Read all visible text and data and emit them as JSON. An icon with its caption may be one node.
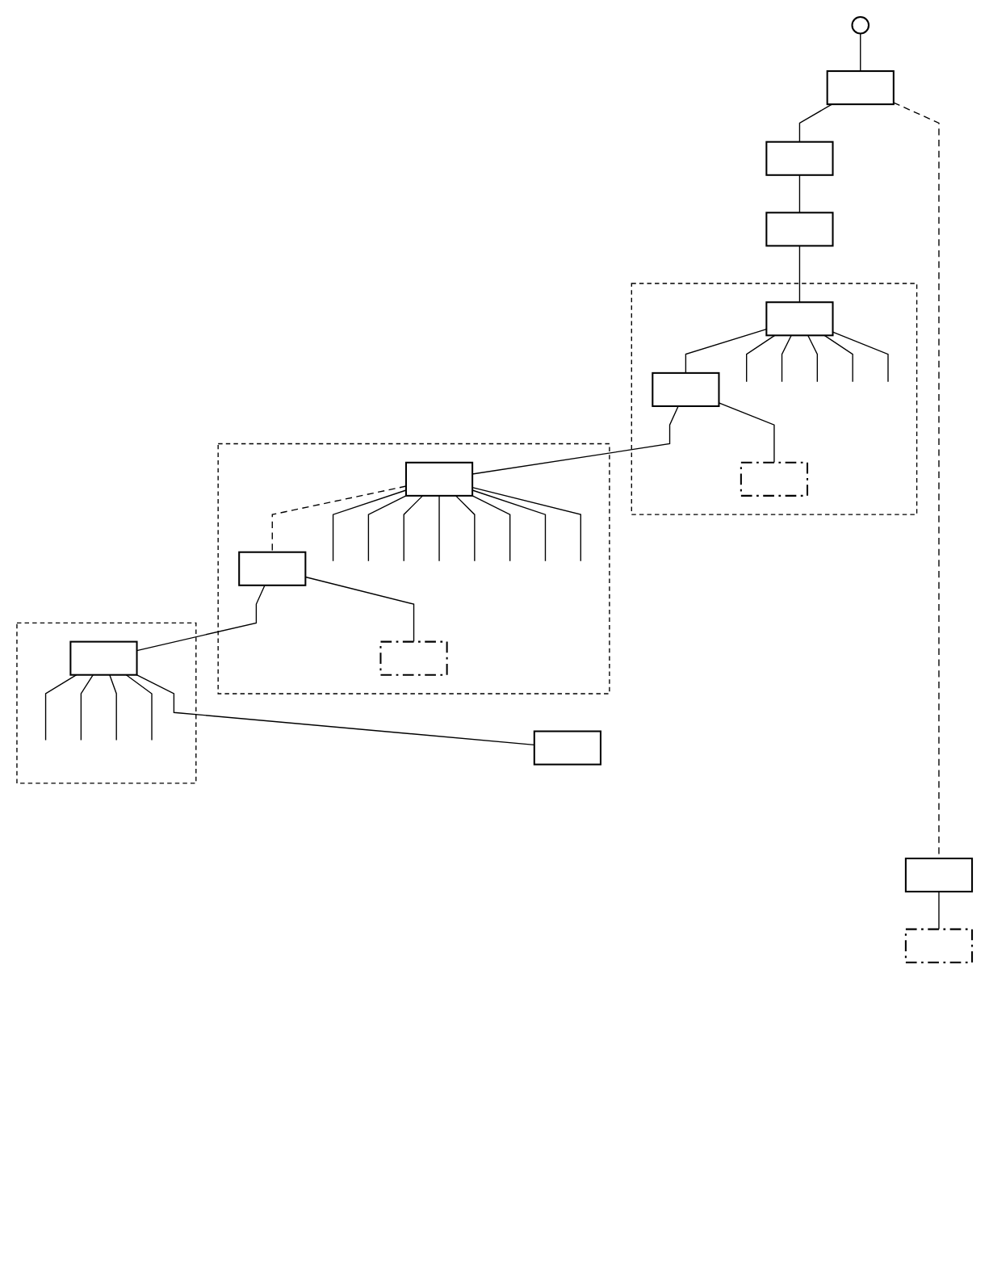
{
  "diagram": {
    "nodes": [
      {
        "text": [],
        "shape": "circle"
      },
      {
        "text": [],
        "shape": "box"
      },
      {
        "text": [],
        "shape": "box"
      },
      {
        "text": [],
        "shape": "box"
      },
      {
        "text": [],
        "shape": "box"
      },
      {
        "text": [],
        "shape": "box",
        "in": 4
      },
      {
        "text": [],
        "shape": "box",
        "in": 4
      },
      {
        "text": [],
        "shape": "box",
        "in": 4
      },
      {
        "text": [],
        "shape": "box"
      },
      {
        "text": [],
        "shape": "box",
        "in": 8
      },
      {
        "text": [],
        "shape": "box",
        "in": 8
      },
      {
        "text": [],
        "shape": "box",
        "in": 8
      },
      {
        "text": [],
        "shape": "box"
      },
      {
        "text": [],
        "shape": "box",
        "in": 12
      },
      {
        "text": [],
        "shape": "box"
      },
      {
        "text": [],
        "shape": "box"
      },
      {
        "text": [],
        "shape": "box"
      }
    ],
    "edges": [
      {
        "from": 0,
        "to": 1,
        "arrow": "none"
      },
      {
        "from": 1,
        "to": 2,
        "arrow": "none"
      },
      {
        "from": 2,
        "to": 3,
        "arrow": "none"
      },
      {
        "from": 3,
        "to": 5,
        "arrow": "none"
      },
      {
        "from": 5,
        "to": null,
        "arrow": "none"
      },
      {
        "from": 5,
        "to": null,
        "arrow": "none"
      },
      {
        "from": 5,
        "to": null,
        "arrow": "none"
      },
      {
        "from": 5,
        "to": null,
        "arrow": "none"
      },
      {
        "from": 5,
        "to": null,
        "arrow": "none"
      },
      {
        "from": 5,
        "to": 6,
        "arrow": "none"
      },
      {
        "from": 6,
        "to": 7,
        "arrow": "none"
      },
      {
        "from": 6,
        "to": 9,
        "arrow": "none"
      },
      {
        "from": 9,
        "to": null,
        "arrow": "none"
      },
      {
        "from": 9,
        "to": null,
        "arrow": "none"
      },
      {
        "from": 9,
        "to": null,
        "arrow": "none"
      },
      {
        "from": 9,
        "to": null,
        "arrow": "none"
      },
      {
        "from": 9,
        "to": null,
        "arrow": "none"
      },
      {
        "from": 9,
        "to": null,
        "arrow": "none"
      },
      {
        "from": 9,
        "to": null,
        "arrow": "none"
      },
      {
        "from": 9,
        "to": null,
        "arrow": "none"
      },
      {
        "from": 9,
        "to": 10,
        "arrow": "none",
        "style": "dashed"
      },
      {
        "from": 10,
        "to": 11,
        "arrow": "none"
      },
      {
        "from": 10,
        "to": 13,
        "arrow": "none"
      },
      {
        "from": 13,
        "to": null,
        "arrow": "none"
      },
      {
        "from": 13,
        "to": null,
        "arrow": "none"
      },
      {
        "from": 13,
        "to": null,
        "arrow": "none"
      },
      {
        "from": 13,
        "to": null,
        "arrow": "none"
      },
      {
        "from": 13,
        "to": 14,
        "arrow": "none"
      },
      {
        "from": 1,
        "to": 15,
        "arrow": "none",
        "style": "dashed"
      },
      {
        "from": 15,
        "to": 16,
        "arrow": "none"
      }
    ]
  }
}
